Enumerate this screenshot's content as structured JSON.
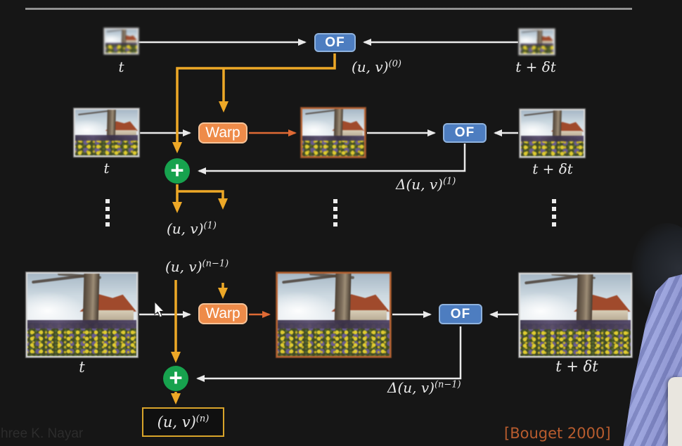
{
  "nodes": {
    "of_label": "OF",
    "warp_label": "Warp",
    "plus_label": "+"
  },
  "row_top": {
    "left_image_label": "t",
    "right_image_label": "t + δt",
    "flow_label": {
      "base": "(u, v)",
      "sup": "(0)"
    }
  },
  "row_mid": {
    "left_image_label": "t",
    "right_image_label": "t + δt",
    "delta_label": {
      "base": "Δ(u, v)",
      "sup": "(1)"
    },
    "flow_label": {
      "base": "(u, v)",
      "sup": "(1)"
    }
  },
  "row_bottom": {
    "input_flow_label": {
      "base": "(u, v)",
      "sup": "(n−1)"
    },
    "left_image_label": "t",
    "right_image_label": "t + δt",
    "delta_label": {
      "base": "Δ(u, v)",
      "sup": "(n−1)"
    },
    "result_label": {
      "base": "(u, v)",
      "sup": "(n)"
    }
  },
  "footer": {
    "watermark": "hree K. Nayar",
    "citation": "[Bouget 2000]"
  },
  "colors": {
    "background": "#161616",
    "of_fill": "#4d7dc0",
    "warp_fill": "#ee8b49",
    "plus_fill": "#17a24e",
    "gold_arrow": "#eda827",
    "orange_arrow": "#df6a34",
    "white_arrow": "#e9e9e9",
    "result_border": "#d9a42a",
    "citation_text": "#b85c2e"
  }
}
